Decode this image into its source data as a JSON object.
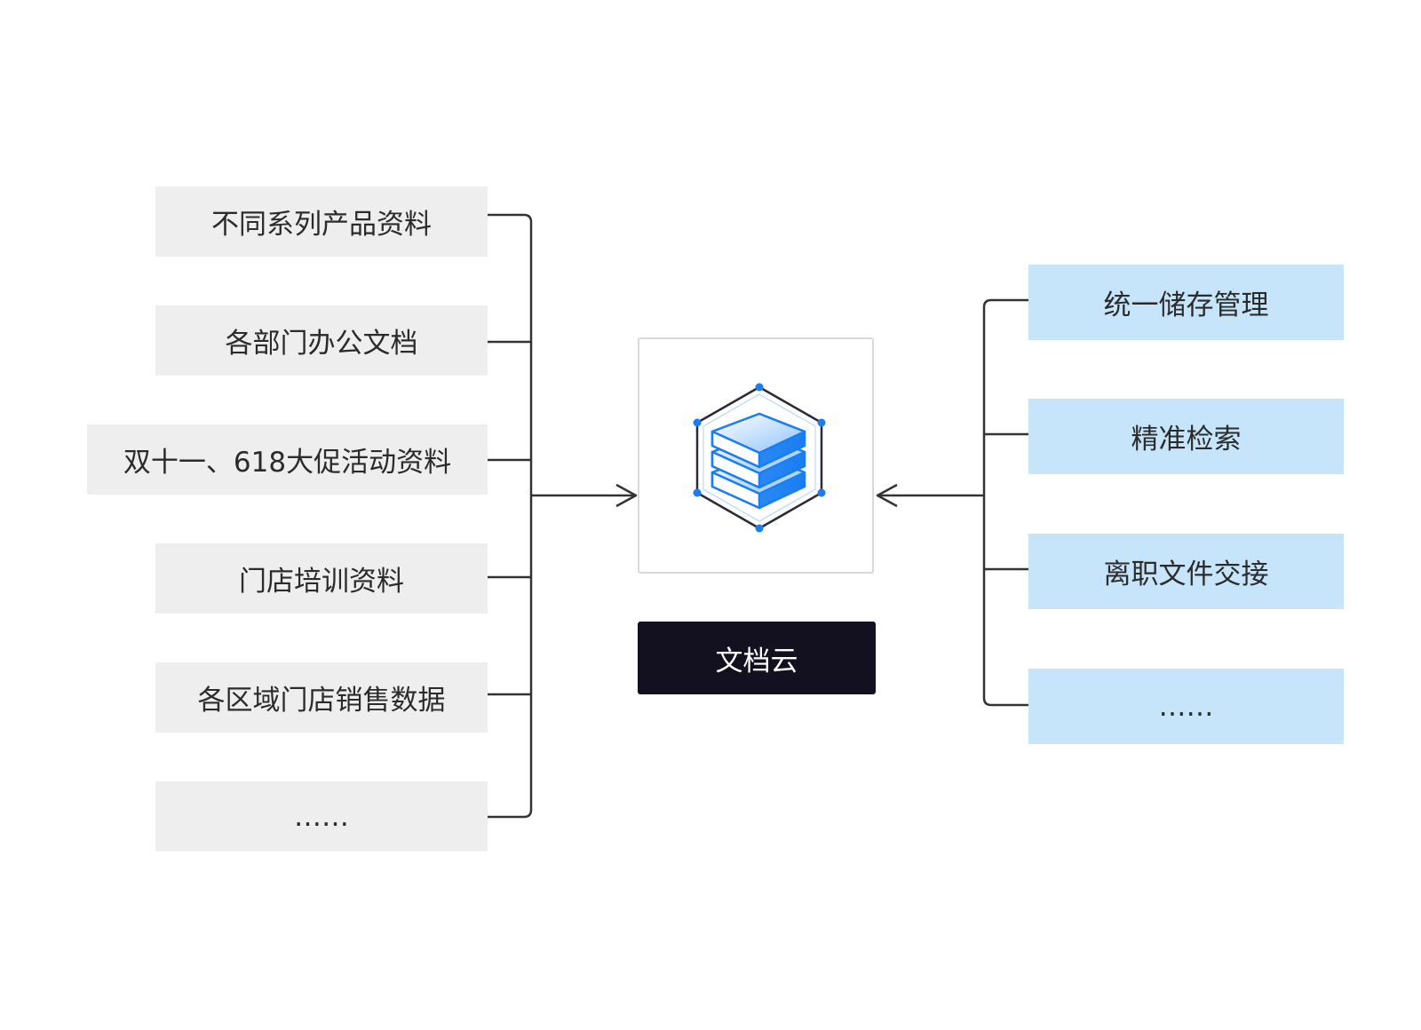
{
  "sources": [
    {
      "label": "不同系列产品资料"
    },
    {
      "label": "各部门办公文档"
    },
    {
      "label": "双十一、618大促活动资料"
    },
    {
      "label": "门店培训资料"
    },
    {
      "label": "各区域门店销售数据"
    },
    {
      "label": "……"
    }
  ],
  "hub": {
    "label": "文档云",
    "icon": "layered-cube-icon"
  },
  "capabilities": [
    {
      "label": "统一储存管理"
    },
    {
      "label": "精准检索"
    },
    {
      "label": "离职文件交接"
    },
    {
      "label": "……"
    }
  ],
  "colors": {
    "source_box": "#eeeeee",
    "capability_box": "#c6e5fb",
    "hub_label_bg": "#131120",
    "accent_blue": "#1a7ef2",
    "connector": "#333333"
  }
}
